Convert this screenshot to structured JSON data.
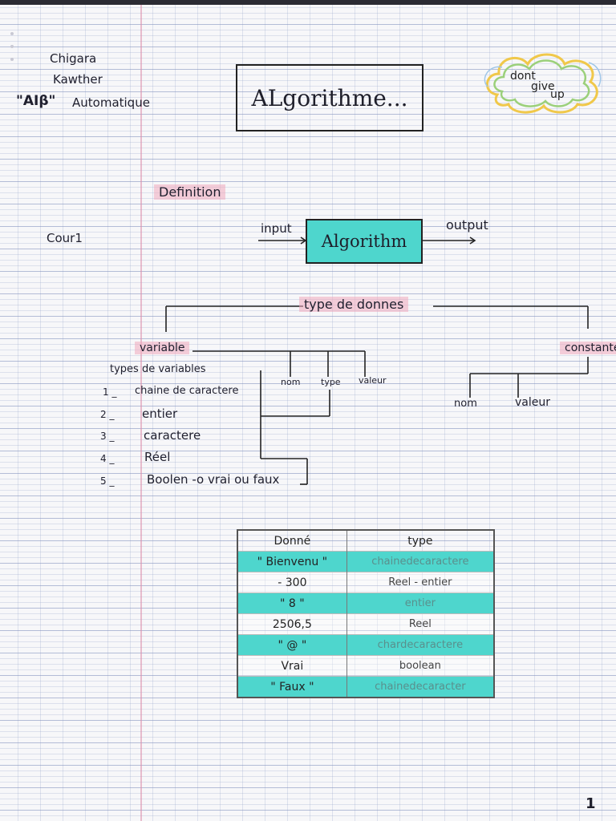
{
  "header": {
    "author_line1": "Chigara",
    "author_line2": "Kawther",
    "program": "\"AIβ\"",
    "program_suffix": "Automatique"
  },
  "title": "ALgorithme...",
  "cloud_note": {
    "line1": "dont",
    "line2": "give",
    "line3": "up"
  },
  "definition_label": "Definition",
  "cours_label": "Cour1",
  "io_diagram": {
    "input": "input",
    "box": "Algorithm",
    "output": "output"
  },
  "tree": {
    "root": "type de donnes",
    "left": "variable",
    "right": "constante",
    "variable_children": [
      "nom",
      "type",
      "valeur"
    ],
    "constante_children": [
      "nom",
      "valeur"
    ]
  },
  "types_list": {
    "heading": "types de variables",
    "items": [
      {
        "num": "1 _",
        "label": "chaine de caractere"
      },
      {
        "num": "2 _",
        "label": "entier"
      },
      {
        "num": "3 _",
        "label": "caractere"
      },
      {
        "num": "4 _",
        "label": "Réel"
      },
      {
        "num": "5 _",
        "label": "Boolen -o vrai ou faux"
      }
    ]
  },
  "table": {
    "headers": [
      "Donné",
      "type"
    ],
    "rows": [
      {
        "donne": "\" Bienvenu \"",
        "type": "chainedecaractere",
        "style": "cyan"
      },
      {
        "donne": "- 300",
        "type": "Reel - entier",
        "style": "plain"
      },
      {
        "donne": "\" 8 \"",
        "type": "entier",
        "style": "cyan"
      },
      {
        "donne": "2506,5",
        "type": "Reel",
        "style": "plain"
      },
      {
        "donne": "\" @ \"",
        "type": "chardecaractere",
        "style": "cyan"
      },
      {
        "donne": "Vrai",
        "type": "boolean",
        "style": "plain"
      },
      {
        "donne": "\" Faux \"",
        "type": "chainedecaracter",
        "style": "cyan"
      }
    ]
  },
  "page_number": "1",
  "colors": {
    "highlight_cyan": "#4ed6cd",
    "highlight_pink": "#f0aabe",
    "ink": "#1f1f2e"
  }
}
